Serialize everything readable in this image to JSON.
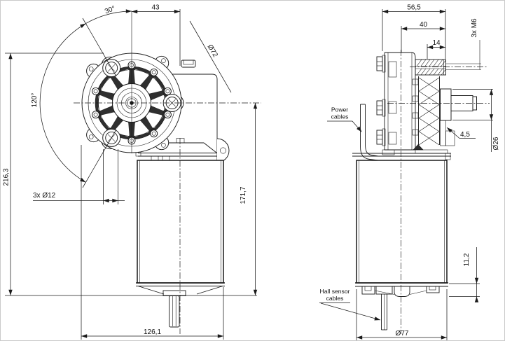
{
  "drawing": {
    "front_view": {
      "bolt_angle": "30°",
      "axis_offset": "43",
      "bolt_circle_dia": "Ø72",
      "bolt_spacing_angle": "120°",
      "overall_height": "216,3",
      "mount_hole_spec": "3x Ø12",
      "motor_section_height": "171,7",
      "overall_width": "126,1"
    },
    "side_view": {
      "overall_depth": "56,5",
      "boss_depth": "40",
      "boss_length": "14",
      "thread_spec": "3x M6",
      "power_cables_line1": "Power",
      "power_cables_line2": "cables",
      "step_width": "4,5",
      "output_boss_dia": "Ø26",
      "rear_cap_depth": "11,2",
      "hall_cables_line1": "Hall sensor",
      "hall_cables_line2": "cables",
      "motor_body_dia": "Ø77"
    }
  }
}
